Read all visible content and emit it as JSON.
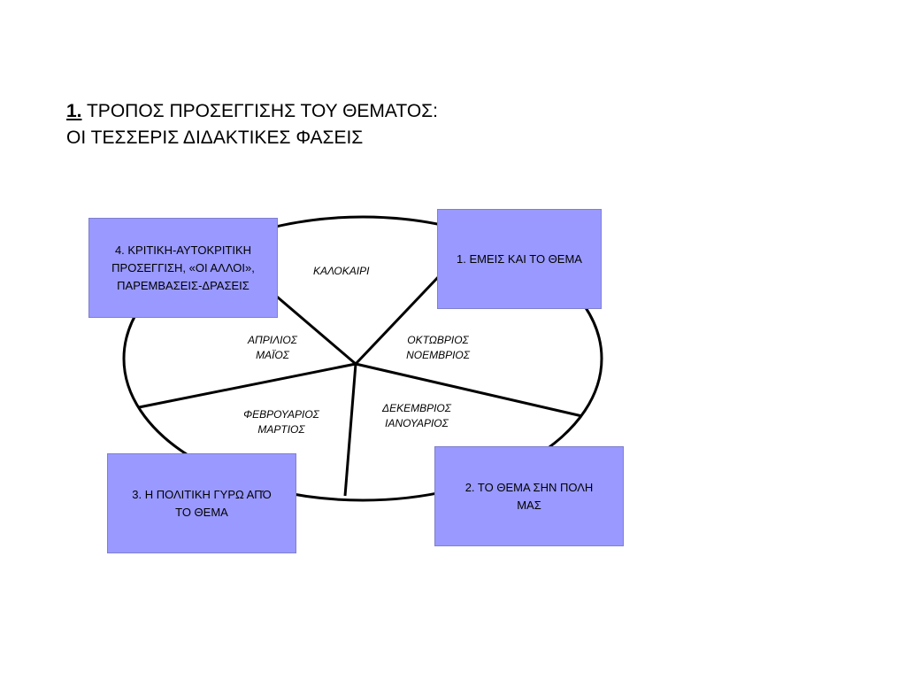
{
  "title": {
    "number": "1.",
    "line1": "ΤΡΟΠΟΣ ΠΡΟΣΕΓΓΙΣΗΣ ΤΟΥ ΘΕΜΑΤΟΣ:",
    "line2": "ΟΙ ΤΕΣΣΕΡΙΣ ΔΙΔΑΚΤΙΚΕΣ ΦΑΣΕΙΣ"
  },
  "segments": {
    "summer": "ΚΑΛΟΚΑΙΡΙ",
    "apr_may": {
      "line1": "ΑΠΡΙΛΙΟΣ",
      "line2": "ΜΑΪΟΣ"
    },
    "oct_nov": {
      "line1": "ΟΚΤΩΒΡΙΟΣ",
      "line2": "ΝΟΕΜΒΡΙΟΣ"
    },
    "feb_mar": {
      "line1": "ΦΕΒΡΟΥΑΡΙΟΣ",
      "line2": "ΜΑΡΤΙΟΣ"
    },
    "dec_jan": {
      "line1": "ΔΕΚΕΜΒΡΙΟΣ",
      "line2": "ΙΑΝΟΥΑΡΙΟΣ"
    }
  },
  "phases": {
    "phase1": "1. ΕΜΕΙΣ ΚΑΙ ΤΟ ΘΕΜΑ",
    "phase2": {
      "line1": "2. ΤΟ ΘΕΜΑ ΣΗΝ  ΠΟΛΗ",
      "line2": "ΜΑΣ"
    },
    "phase3": {
      "line1": "3. Η ΠΟΛΙΤΙΚΗ ΓΥΡΩ ΑΠΌ",
      "line2": "ΤΟ ΘΕΜΑ"
    },
    "phase4": {
      "line1": "4. ΚΡΙΤΙΚΗ-ΑΥΤΟΚΡΙΤΙΚΗ",
      "line2": "ΠΡΟΣΕΓΓΙΣΗ, «ΟΙ ΑΛΛΟΙ»,",
      "line3": "ΠΑΡΕΜΒΑΣΕΙΣ-ΔΡΑΣΕΙΣ"
    }
  },
  "colors": {
    "box_fill": "#9999ff",
    "outline": "#000000"
  }
}
